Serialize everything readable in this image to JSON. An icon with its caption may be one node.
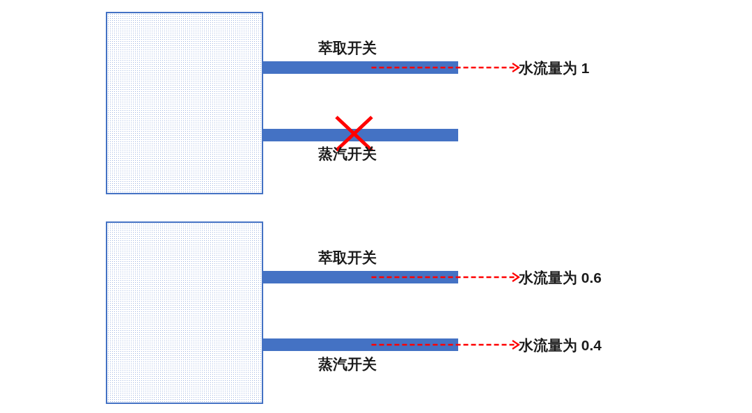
{
  "diagram": {
    "nodes": [
      {
        "text": [],
        "shape": "box"
      },
      {
        "text": [],
        "shape": "bar",
        "beside": [
          "萃取开关"
        ]
      },
      {
        "text": [
          "水流量为 1"
        ]
      },
      {
        "text": [],
        "shape": "bar",
        "beside": [
          "蒸汽开关"
        ]
      },
      {
        "text": [],
        "shape": "box"
      },
      {
        "text": [],
        "shape": "bar",
        "beside": [
          "萃取开关"
        ]
      },
      {
        "text": [
          "水流量为 0.6"
        ]
      },
      {
        "text": [],
        "shape": "bar",
        "beside": [
          "蒸汽开关"
        ]
      },
      {
        "text": [
          "水流量为 0.4"
        ]
      }
    ],
    "edges": [
      {
        "from": 1,
        "to": 2,
        "arrow": "to",
        "style": "dashed",
        "color": "#ff0000"
      },
      {
        "from": 5,
        "to": 6,
        "arrow": "to",
        "style": "dashed",
        "color": "#ff0000"
      },
      {
        "from": 7,
        "to": 8,
        "arrow": "to",
        "style": "dashed",
        "color": "#ff0000"
      }
    ]
  }
}
